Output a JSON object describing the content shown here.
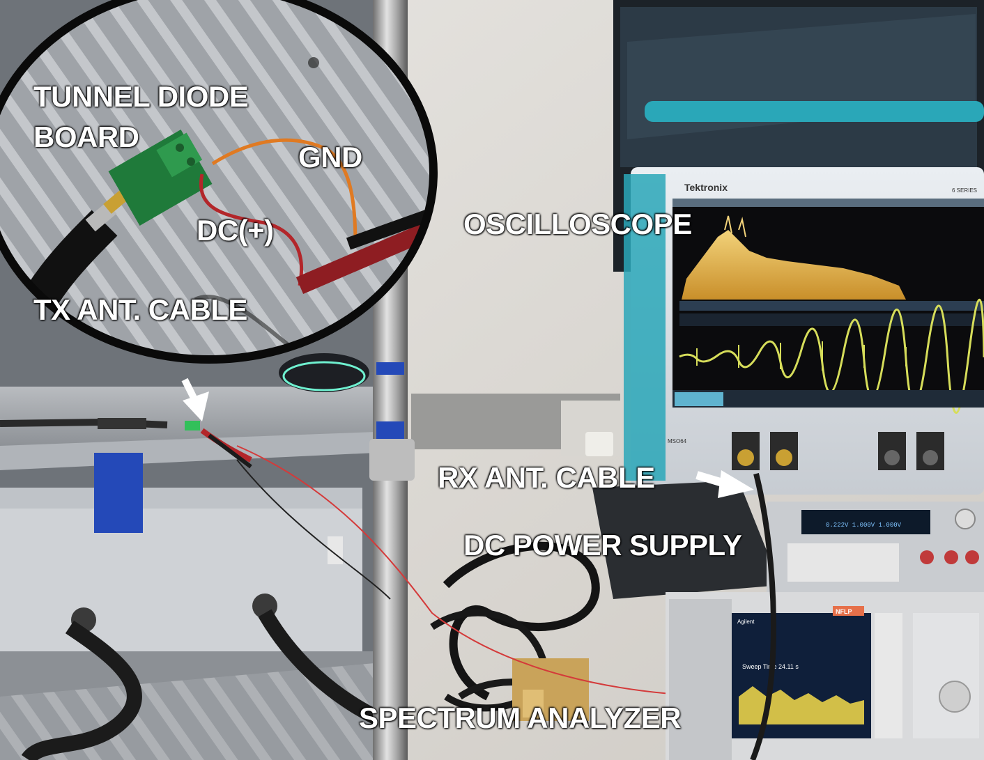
{
  "labels": {
    "tunnel_diode_line1": "TUNNEL DIODE",
    "tunnel_diode_line2": "BOARD",
    "gnd": "GND",
    "dc_plus": "DC(+)",
    "tx_ant_cable": "TX ANT. CABLE",
    "oscilloscope": "OSCILLOSCOPE",
    "rx_ant_cable": "RX ANT. CABLE",
    "dc_power_supply": "DC POWER SUPPLY",
    "spectrum_analyzer": "SPECTRUM ANALYZER"
  },
  "instrument_text": {
    "scope_brand": "Tektronix",
    "scope_series": "6 SERIES",
    "scope_model": "MSO64",
    "supply_readout": "0.222V  1.000V  1.000V",
    "analyzer_brand": "Agilent",
    "analyzer_sweep": "Sweep Time 24.11 s",
    "analyzer_badge": "NFLP"
  },
  "colors": {
    "label_text": "#ffffff",
    "inset_border": "#0a0a0a",
    "scope_trace_fft": "#e7b94a",
    "scope_trace_time": "#d6dd5a",
    "scope_bezel_accent": "#2aa7b8",
    "pcb_green": "#1f7a3a",
    "wire_red": "#b3262a",
    "wire_orange": "#e07a22",
    "tape_blue": "#2449b8"
  }
}
